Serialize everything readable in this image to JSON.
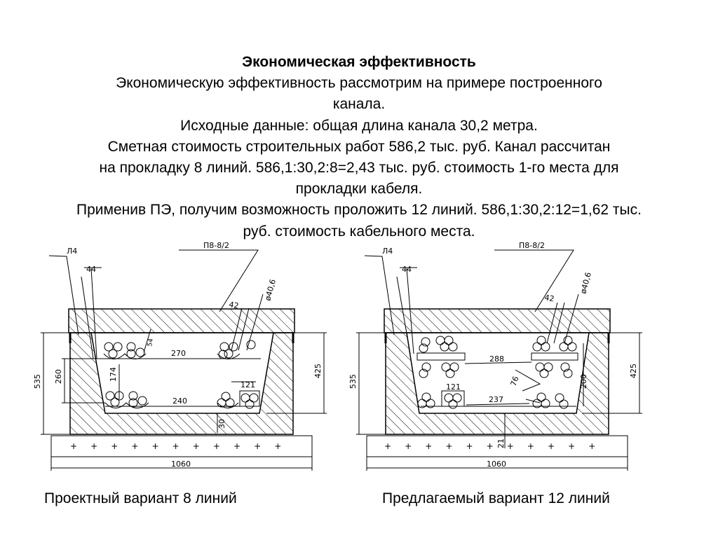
{
  "slide": {
    "heading": "Экономическая эффективность",
    "lines": [
      "Экономическую эффективность рассмотрим на  примере построенного",
      "канала.",
      "Исходные данные: общая длина канала 30,2 метра.",
      "Сметная стоимость строительных работ 586,2 тыс. руб. Канал рассчитан",
      "на прокладку 8 линий. 586,1:30,2:8=2,43 тыс. руб. стоимость 1-го места для",
      "прокладки кабеля.",
      "Применив ПЭ, получим возможность проложить 12 линий. 586,1:30,2:12=1,62 тыс.",
      "руб. стоимость кабельного места."
    ]
  },
  "left_drawing": {
    "caption": "Проектный вариант 8 линий",
    "labels": {
      "l4": "Л4",
      "p8": "П8-8/2",
      "d44": "44",
      "d42": "42",
      "d40": "ø40,6",
      "d54": "54",
      "d270": "270",
      "d240": "240",
      "d174": "174",
      "d121": "121",
      "d30": "30",
      "d535": "535",
      "d260": "260",
      "d425": "425",
      "d1060": "1060"
    }
  },
  "right_drawing": {
    "caption": "Предлагаемый вариант 12 линий",
    "labels": {
      "l4": "Л4",
      "p8": "П8-8/2",
      "d44": "44",
      "d42": "42",
      "d40": "ø40,6",
      "d288": "288",
      "d237": "237",
      "d121": "121",
      "d76": "76",
      "d200": "200",
      "d21": "21",
      "d535": "535",
      "d425": "425",
      "d1060": "1060"
    }
  },
  "colors": {
    "ink": "#000000",
    "background": "#ffffff"
  }
}
